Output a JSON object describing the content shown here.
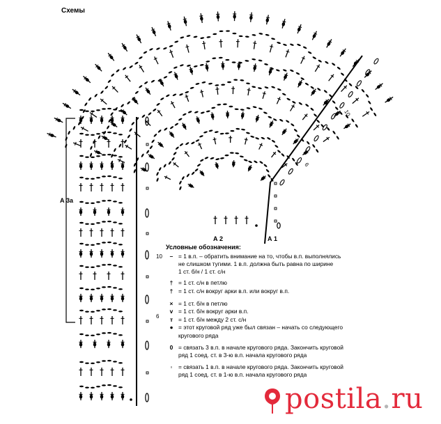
{
  "title": "Схемы",
  "labels": {
    "a3a": "А 3а",
    "a2": "А 2",
    "a1": "А 1"
  },
  "row_numbers": {
    "left_ten": "10",
    "left_six": "6",
    "fan_ten": "10",
    "fan_six": "6"
  },
  "legend": {
    "heading": "Условные обозначения:",
    "items": [
      {
        "symbol": "–",
        "text": "= 1 в.п. – обратить внимание на то, чтобы в.п. выполнялись",
        "sub": [
          "не слишком тугими. 1 в.п. должна быть равна по ширине",
          "1 ст. б/н / 1 ст. с/н"
        ]
      },
      {
        "symbol": "†",
        "text": "= 1 ст. с/н в петлю",
        "sub": []
      },
      {
        "symbol": "†",
        "text": "= 1 ст. с/н вокруг арки в.п. или вокруг в.п.",
        "sub": []
      },
      {
        "symbol": "×",
        "text": "= 1 ст. б/н в петлю",
        "sub": []
      },
      {
        "symbol": "v",
        "text": "= 1 ст. б/н вокруг арки в.п.",
        "sub": []
      },
      {
        "symbol": "т",
        "text": "= 1 ст. б/н между 2 ст. с/н",
        "sub": []
      },
      {
        "symbol": "●",
        "text": "= этот круговой ряд уже был связан – начать со следующего",
        "sub": [
          "кругового ряда"
        ]
      },
      {
        "symbol": "0",
        "text": "= связать 3 в.п. в начале кругового ряда. Закончить круговой",
        "sub": [
          "ряд 1 соед. ст. в 3-ю в.п. начала кругового ряда"
        ]
      },
      {
        "symbol": "▫",
        "text": "= связать 1 в.п. в начале кругового ряда. Закончить круговой",
        "sub": [
          "ряд 1 соед. ст. в 1-ю в.п. начала кругового ряда"
        ]
      }
    ]
  },
  "watermark": {
    "brand": "postila",
    "dot": ".",
    "tld": "ru"
  }
}
